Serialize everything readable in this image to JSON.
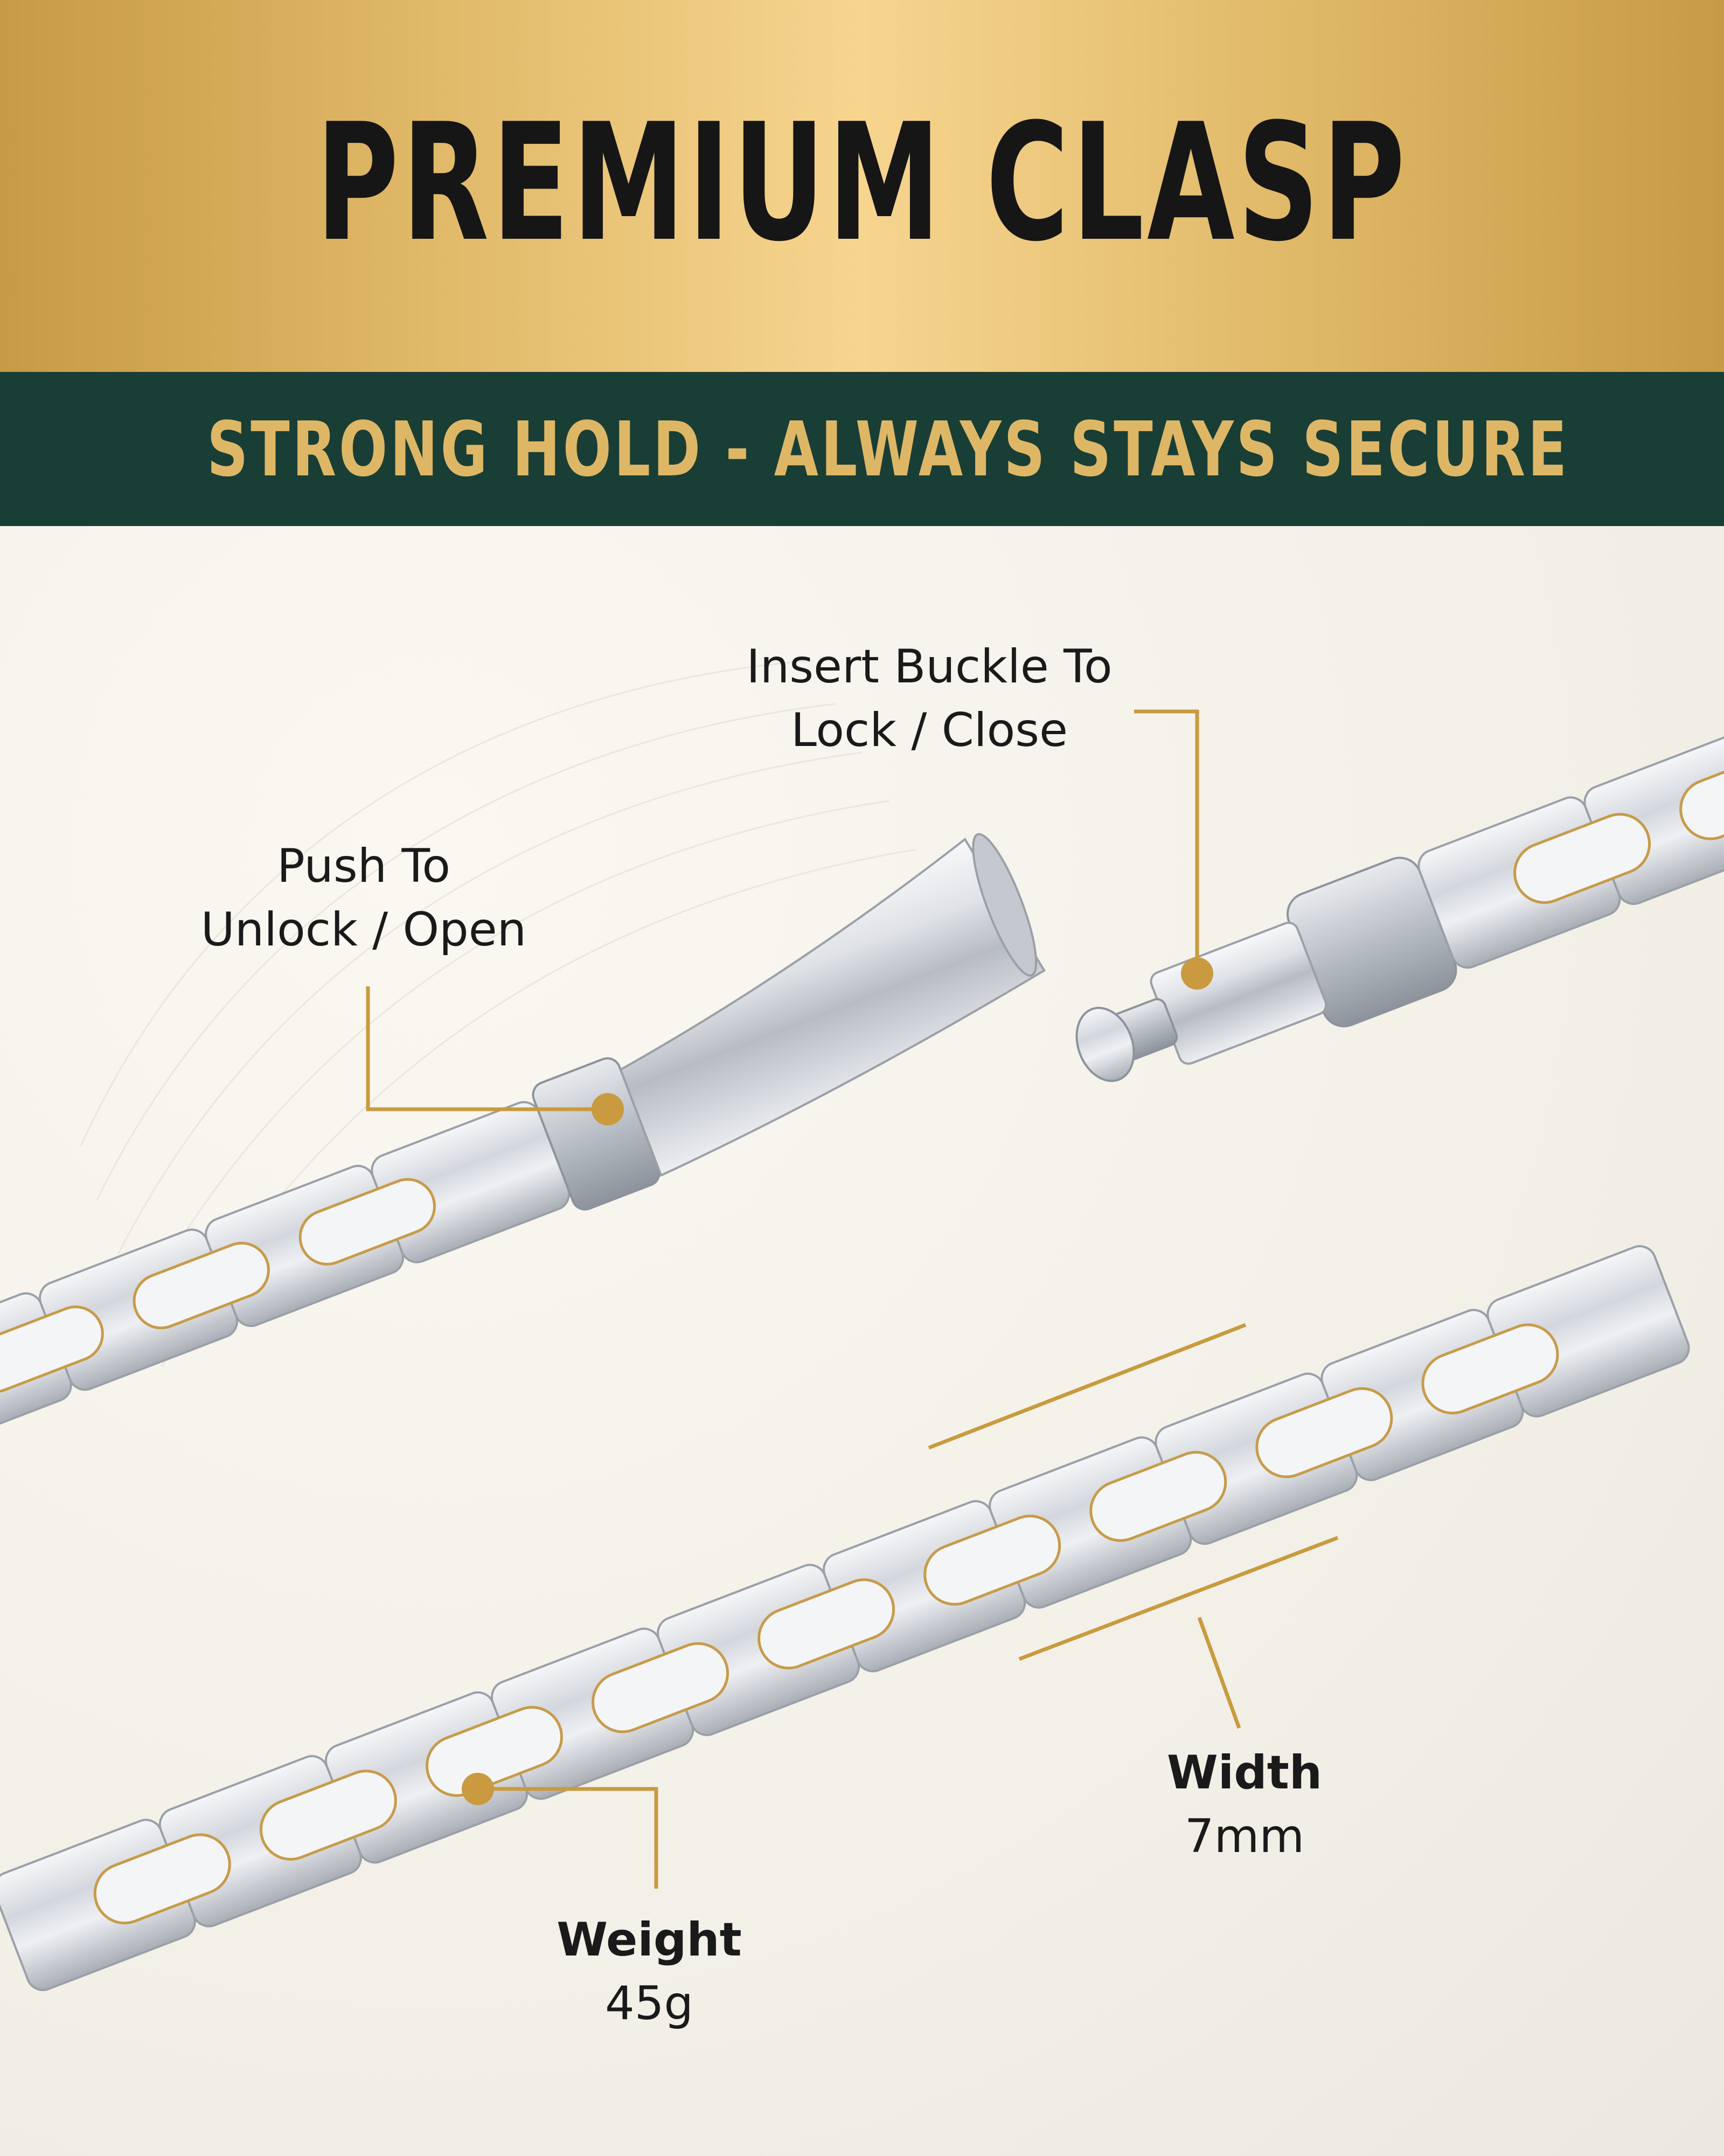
{
  "header": {
    "title": "PREMIUM CLASP",
    "subtitle": "STRONG HOLD - ALWAYS STAYS SECURE"
  },
  "callouts": {
    "insert": {
      "line1": "Insert Buckle To",
      "line2": "Lock / Close"
    },
    "push": {
      "line1": "Push To",
      "line2": "Unlock / Open"
    },
    "weight": {
      "label": "Weight",
      "value": "45g"
    },
    "width": {
      "label": "Width",
      "value": "7mm"
    }
  },
  "colors": {
    "gold": "#c99a3f",
    "green": "#193e36",
    "text": "#1a1a1a"
  }
}
